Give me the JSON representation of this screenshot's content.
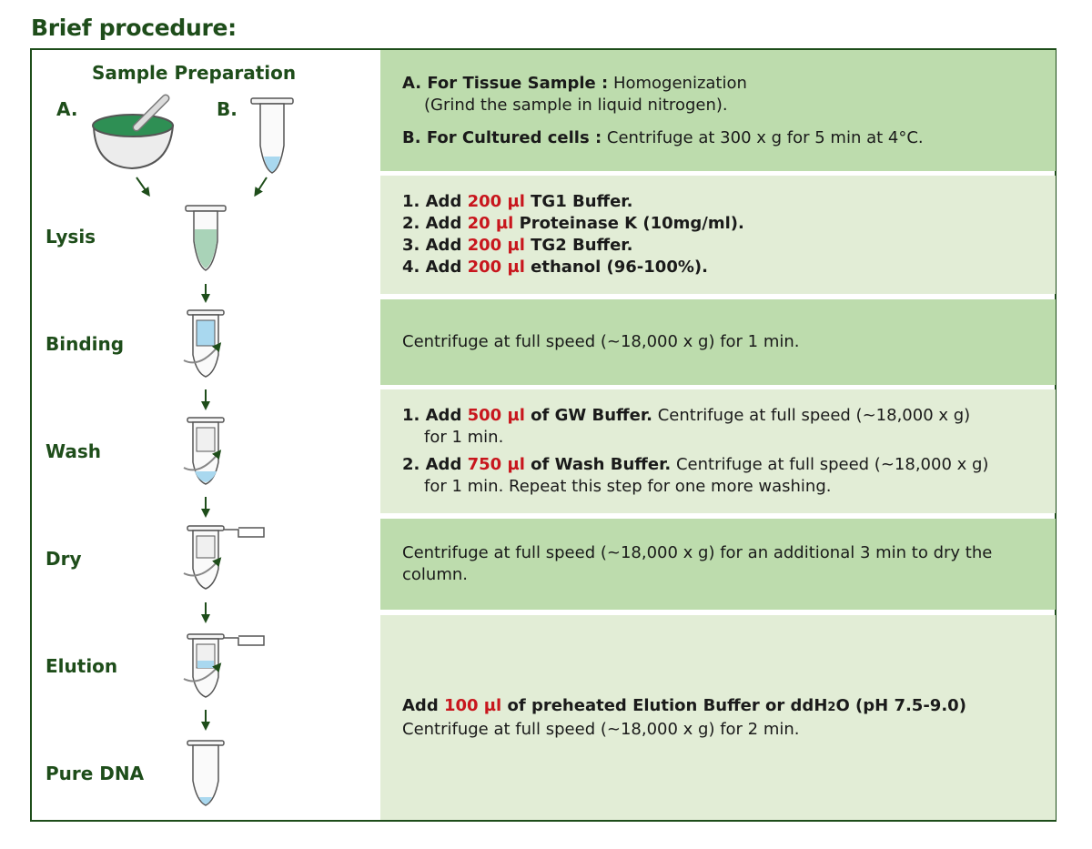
{
  "title": "Brief procedure:",
  "left": {
    "prep_title": "Sample Preparation",
    "label_a": "A.",
    "label_b": "B.",
    "stages": [
      "Lysis",
      "Binding",
      "Wash",
      "Dry",
      "Elution",
      "Pure DNA"
    ]
  },
  "panels": {
    "prep": {
      "a_lead": "A. For Tissue Sample :",
      "a_text": " Homogenization",
      "a_text2": "(Grind the sample in liquid nitrogen).",
      "b_lead": "B. For Cultured cells :",
      "b_text": " Centrifuge at 300 x g for 5 min at 4°C."
    },
    "lysis": [
      {
        "pre": "1. Add ",
        "vol": "200 µl",
        "post": " TG1 Buffer."
      },
      {
        "pre": "2. Add ",
        "vol": "20 µl",
        "post": " Proteinase K (10mg/ml)."
      },
      {
        "pre": "3. Add ",
        "vol": "200 µl",
        "post": " TG2 Buffer."
      },
      {
        "pre": "4. Add ",
        "vol": "200 µl",
        "post": " ethanol (96-100%)."
      }
    ],
    "binding": "Centrifuge at full speed (~18,000 x g) for 1 min.",
    "wash": {
      "s1_pre": "1. Add ",
      "s1_vol": "500 µl",
      "s1_bold": " of GW Buffer.",
      "s1_text": " Centrifuge at full speed (~18,000 x g)",
      "s1_text2": "for 1 min.",
      "s2_pre": "2. Add ",
      "s2_vol": "750 µl",
      "s2_bold": " of Wash Buffer.",
      "s2_text": " Centrifuge at full speed (~18,000 x g)",
      "s2_text2": "for 1 min. Repeat this step for one more washing."
    },
    "dry": "Centrifuge at full speed (~18,000 x g) for an additional 3 min to dry the column.",
    "elution": {
      "pre": "Add ",
      "vol": "100 µl",
      "bold": " of preheated Elution Buffer or ddH",
      "sub": "2",
      "bold2": "O (pH 7.5-9.0)",
      "text": "Centrifuge at full speed (~18,000 x g) for 2 min."
    }
  },
  "colors": {
    "green_dark": "#1e4d1a",
    "panel_dark": "#bddcad",
    "panel_light": "#e2edd6",
    "red": "#c8161d",
    "liquid": "#a9d8ef",
    "lysate": "#a9d3b8"
  }
}
